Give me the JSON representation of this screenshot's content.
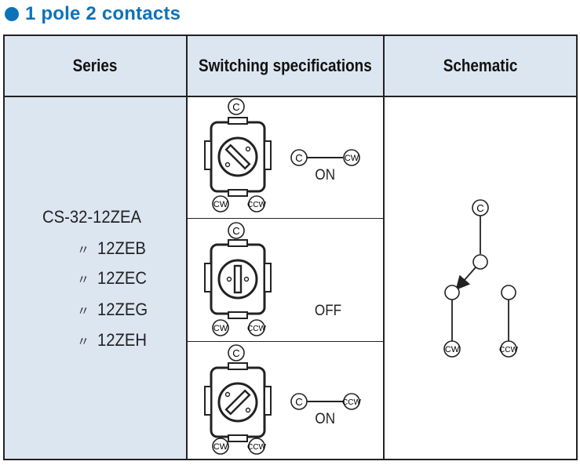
{
  "heading": {
    "title": "1 pole 2 contacts",
    "bullet_color": "#0d73b8"
  },
  "table": {
    "headers": {
      "series": "Series",
      "switching": "Switching specifications",
      "schematic": "Schematic"
    },
    "series": {
      "main": "CS-32-12ZEA",
      "ditto_mark": "〃",
      "variants": [
        "12ZEB",
        "12ZEC",
        "12ZEG",
        "12ZEH"
      ]
    },
    "states": [
      {
        "from": "C",
        "to": "CW",
        "status": "ON"
      },
      {
        "status": "OFF"
      },
      {
        "from": "C",
        "to": "CCW",
        "status": "ON"
      }
    ],
    "terminals": {
      "c": "C",
      "cw": "CW",
      "ccw": "CCW"
    },
    "schematic": {
      "c": "C",
      "cw": "CW",
      "ccw": "CCW"
    }
  },
  "colors": {
    "header_bg": "#dce6f1",
    "accent": "#0d73b8",
    "line": "#222222"
  }
}
